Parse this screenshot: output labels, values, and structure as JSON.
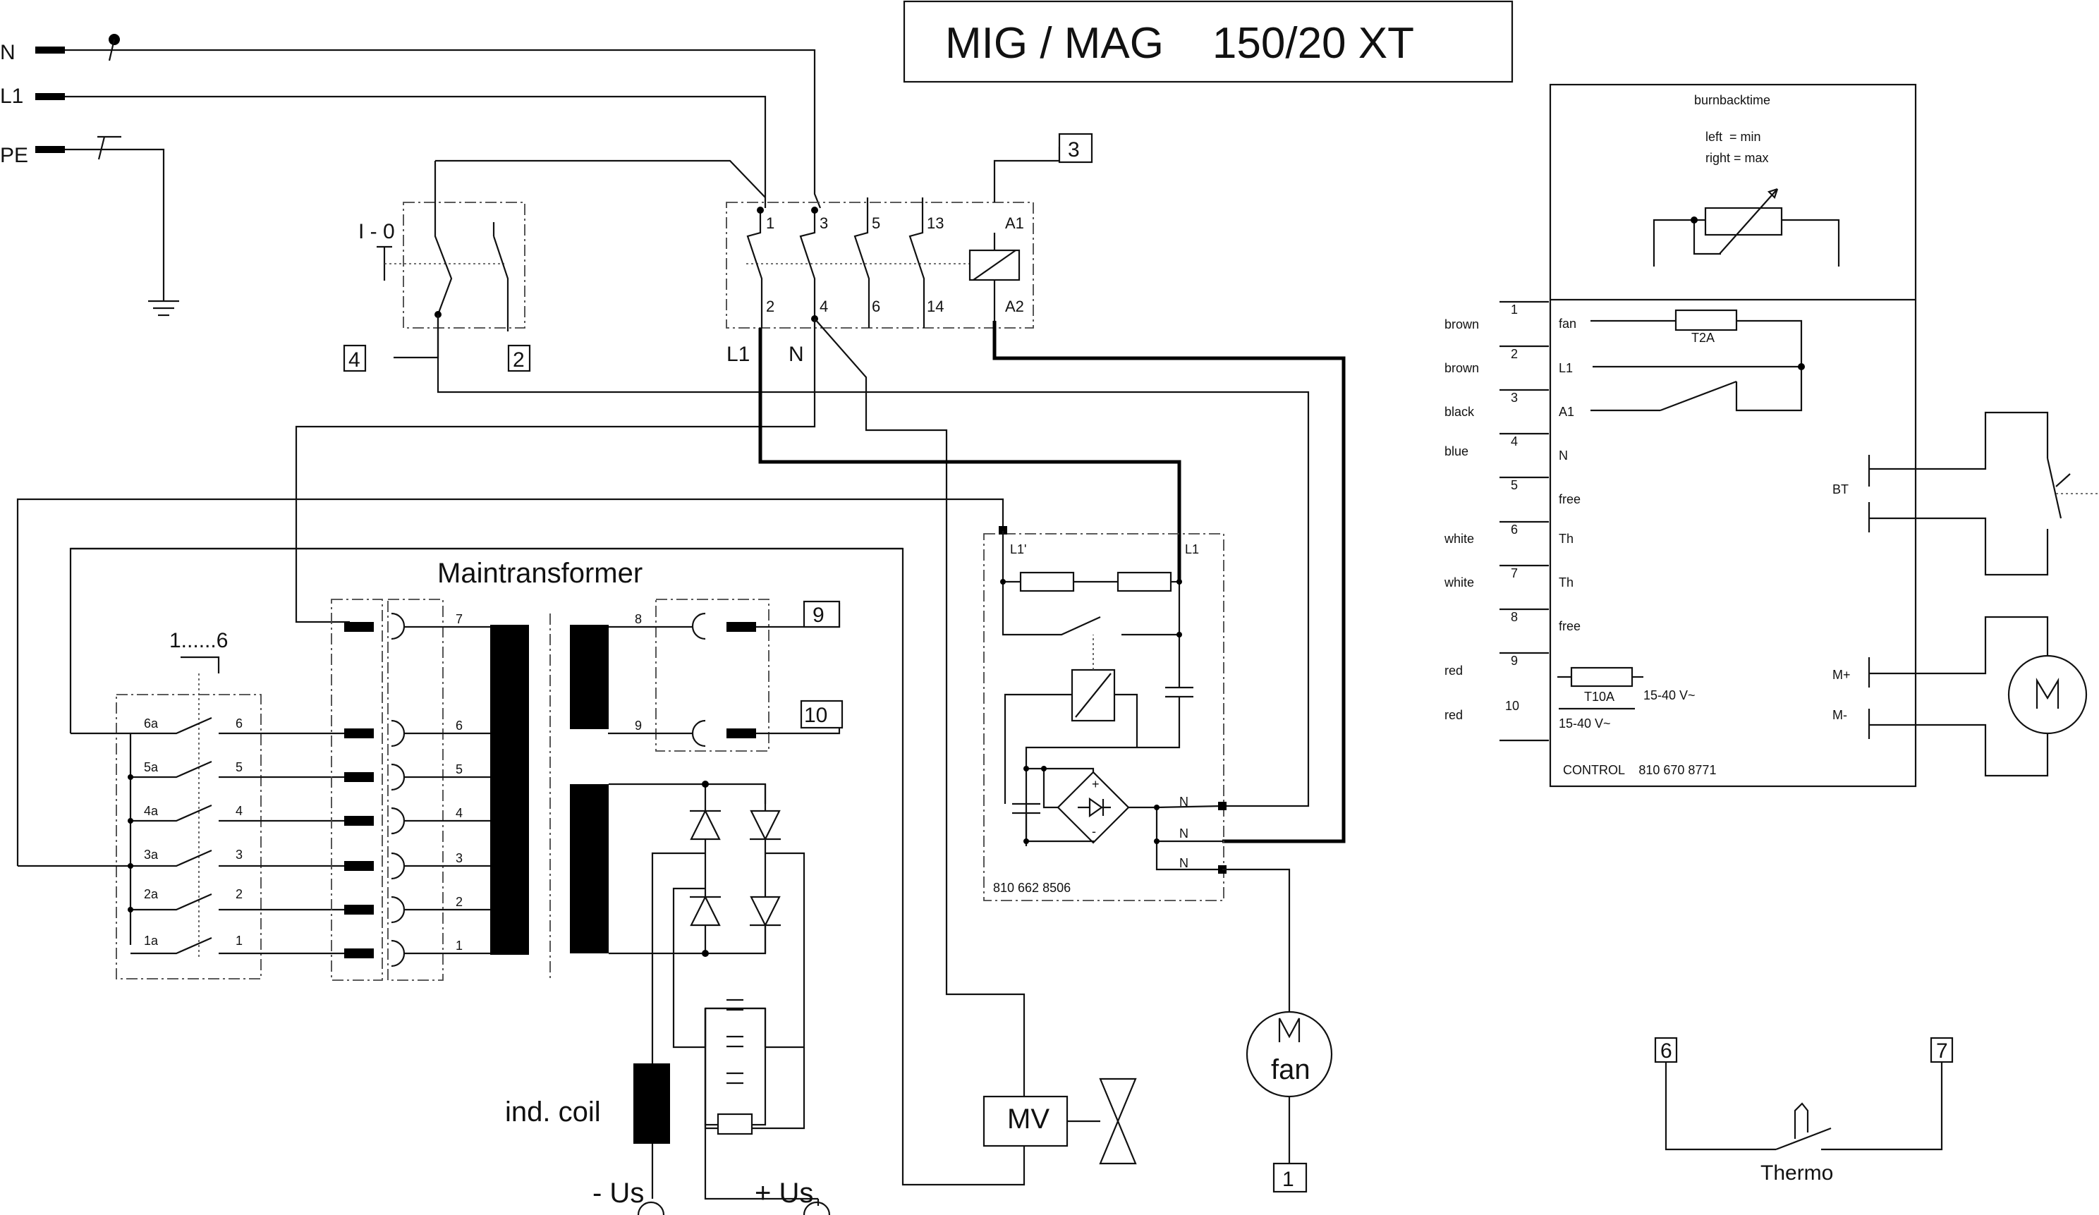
{
  "title": "MIG / MAG    150/20 XT",
  "mains": {
    "n": "N",
    "l1": "L1",
    "pe": "PE"
  },
  "main_switch": {
    "label": "I - 0",
    "terminal_4": "4",
    "terminal_2": "2"
  },
  "contactor": {
    "top_pins": [
      "1",
      "3",
      "5",
      "13",
      "A1"
    ],
    "bottom_pins": [
      "2",
      "4",
      "6",
      "14",
      "A2"
    ],
    "out_l1": "L1",
    "out_n": "N",
    "terminal_3": "3"
  },
  "transformer": {
    "label": "Maintransformer",
    "tap_selector": "1......6",
    "taps_a": [
      "6a",
      "5a",
      "4a",
      "3a",
      "2a",
      "1a"
    ],
    "taps": [
      "6",
      "5",
      "4",
      "3",
      "2",
      "1"
    ],
    "primary_top": "7",
    "aux": [
      "8",
      "9"
    ],
    "terminal_9": "9",
    "terminal_10": "10"
  },
  "output": {
    "ind_coil": "ind. coil",
    "minus": "- Us",
    "plus": "+ Us"
  },
  "mv_label": "MV",
  "fan": {
    "label": "fan",
    "terminal_1": "1"
  },
  "pcb": {
    "l1p": "L1'",
    "l1": "L1",
    "n": [
      "N",
      "N",
      "N"
    ],
    "part_no": "810 662 8506",
    "plus": "+",
    "minus": "-"
  },
  "control": {
    "burnback": "burnbacktime",
    "left": "left  = min",
    "right": "right = max",
    "pins": [
      "1",
      "2",
      "3",
      "4",
      "5",
      "6",
      "7",
      "8",
      "9",
      "10"
    ],
    "colors": [
      "brown",
      "brown",
      "black",
      "blue",
      "",
      "white",
      "white",
      "",
      "red",
      "red"
    ],
    "signals": [
      "fan",
      "L1",
      "A1",
      "N",
      "free",
      "Th",
      "Th",
      "free",
      "",
      ""
    ],
    "fuse1": "T2A",
    "fuse2": "T10A",
    "volt1": "15-40 V~",
    "volt2": "15-40 V~",
    "bt": "BT",
    "mplus": "M+",
    "mminus": "M-",
    "footer": "CONTROL    810 670 8771"
  },
  "thermo": {
    "label": "Thermo",
    "t6": "6",
    "t7": "7"
  }
}
